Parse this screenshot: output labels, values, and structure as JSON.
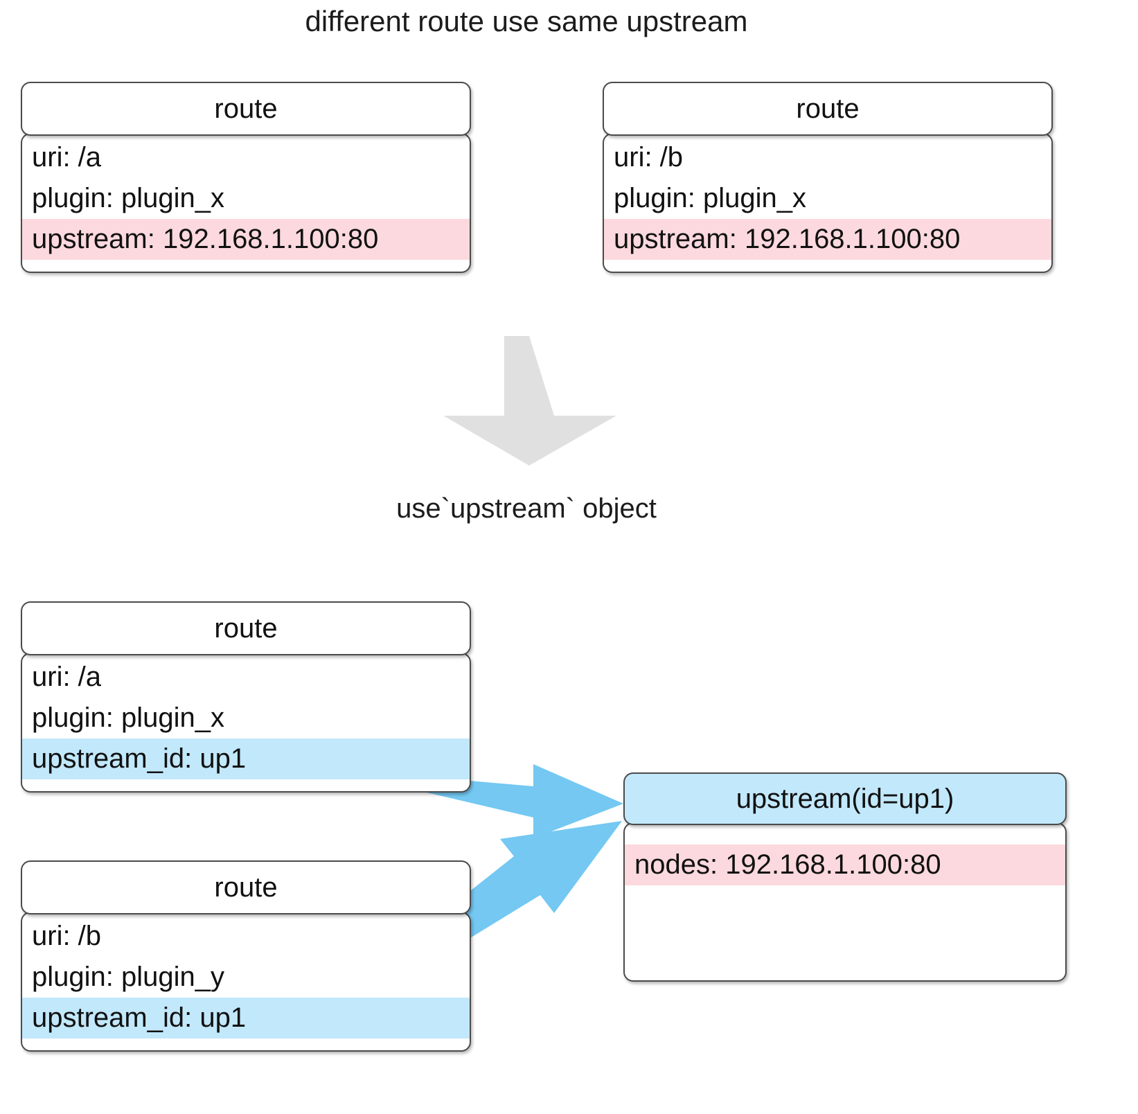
{
  "diagram": {
    "title": "different route use same upstream",
    "middle_caption": "use`upstream` object",
    "colors": {
      "highlight_pink": "#fbd9de",
      "highlight_blue": "#c2e8fb",
      "arrow_blue": "#74c8f2",
      "down_arrow_gray": "#e0e0e0",
      "box_border": "#4b4b4b",
      "text": "#111111"
    },
    "top_section": {
      "boxes": [
        {
          "header": "route",
          "rows": [
            {
              "text": "uri: /a",
              "highlight": "none"
            },
            {
              "text": "plugin: plugin_x",
              "highlight": "none"
            },
            {
              "text": "upstream: 192.168.1.100:80",
              "highlight": "pink"
            }
          ]
        },
        {
          "header": "route",
          "rows": [
            {
              "text": "uri: /b",
              "highlight": "none"
            },
            {
              "text": "plugin: plugin_x",
              "highlight": "none"
            },
            {
              "text": "upstream: 192.168.1.100:80",
              "highlight": "pink"
            }
          ]
        }
      ]
    },
    "bottom_section": {
      "route_boxes": [
        {
          "header": "route",
          "rows": [
            {
              "text": "uri: /a",
              "highlight": "none"
            },
            {
              "text": "plugin: plugin_x",
              "highlight": "none"
            },
            {
              "text": "upstream_id: up1",
              "highlight": "blue"
            }
          ]
        },
        {
          "header": "route",
          "rows": [
            {
              "text": "uri: /b",
              "highlight": "none"
            },
            {
              "text": "plugin: plugin_y",
              "highlight": "none"
            },
            {
              "text": "upstream_id: up1",
              "highlight": "blue"
            }
          ]
        }
      ],
      "upstream_box": {
        "header": "upstream(id=up1)",
        "rows": [
          {
            "text": "nodes: 192.168.1.100:80",
            "highlight": "pink"
          }
        ]
      }
    },
    "icons": {
      "transform_arrow": "down-arrow-icon",
      "link_arrow": "right-arrow-icon"
    }
  }
}
